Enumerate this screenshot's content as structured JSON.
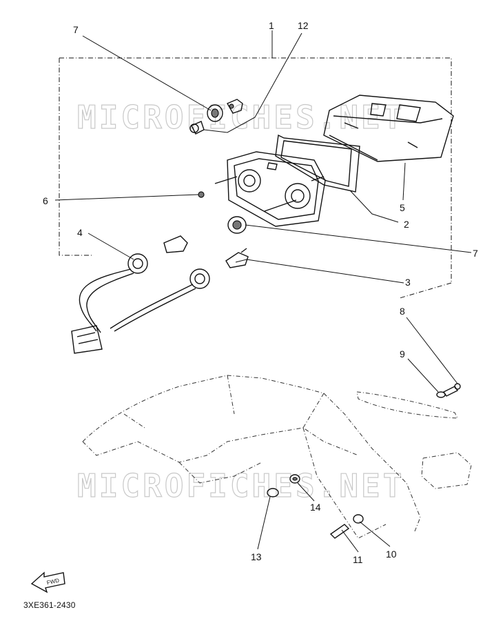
{
  "diagram": {
    "drawing_code": "3XE361-2430",
    "watermark": "MICROFICHES.NET",
    "front_indicator": "FWD",
    "callouts": [
      {
        "id": "1",
        "label": "1"
      },
      {
        "id": "12",
        "label": "12"
      },
      {
        "id": "7a",
        "label": "7"
      },
      {
        "id": "6",
        "label": "6"
      },
      {
        "id": "5",
        "label": "5"
      },
      {
        "id": "2",
        "label": "2"
      },
      {
        "id": "4",
        "label": "4"
      },
      {
        "id": "7b",
        "label": "7"
      },
      {
        "id": "3",
        "label": "3"
      },
      {
        "id": "8",
        "label": "8"
      },
      {
        "id": "9",
        "label": "9"
      },
      {
        "id": "14",
        "label": "14"
      },
      {
        "id": "13",
        "label": "13"
      },
      {
        "id": "11",
        "label": "11"
      },
      {
        "id": "10",
        "label": "10"
      }
    ]
  }
}
